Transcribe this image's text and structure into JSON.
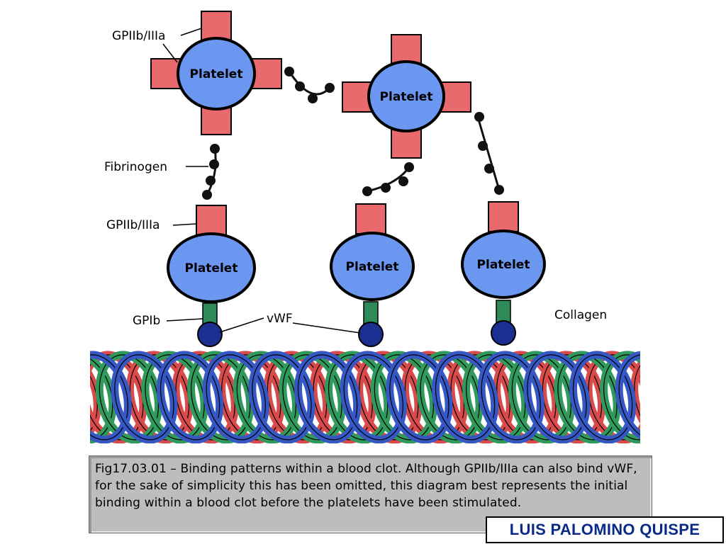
{
  "labels": {
    "gp2b3a_top": "GPIIb/IIIa",
    "fibrinogen": "Fibrinogen",
    "gp2b3a_mid": "GPIIb/IIIa",
    "gp1b": "GPIb",
    "vwf": "vWF",
    "collagen": "Collagen"
  },
  "platelets": [
    "Platelet",
    "Platelet",
    "Platelet",
    "Platelet",
    "Platelet"
  ],
  "caption": "Fig17.03.01 – Binding patterns within a blood clot. Although GPIIb/IIIa can also bind vWF, for the sake of simplicity this has been omitted, this diagram best represents the initial binding within a blood clot before the platelets have been stimulated.",
  "author": "LUIS PALOMINO QUISPE",
  "colors": {
    "platelet_fill": "#6b97f0",
    "receptor_fill": "#e86a6d",
    "gp1b_fill": "#2e8b57",
    "vwf_fill": "#1a2f8f",
    "fibrinogen": "#111111",
    "collagen_red": "#d94a4a",
    "collagen_blue": "#3558c4",
    "collagen_green": "#2f9a5c"
  }
}
